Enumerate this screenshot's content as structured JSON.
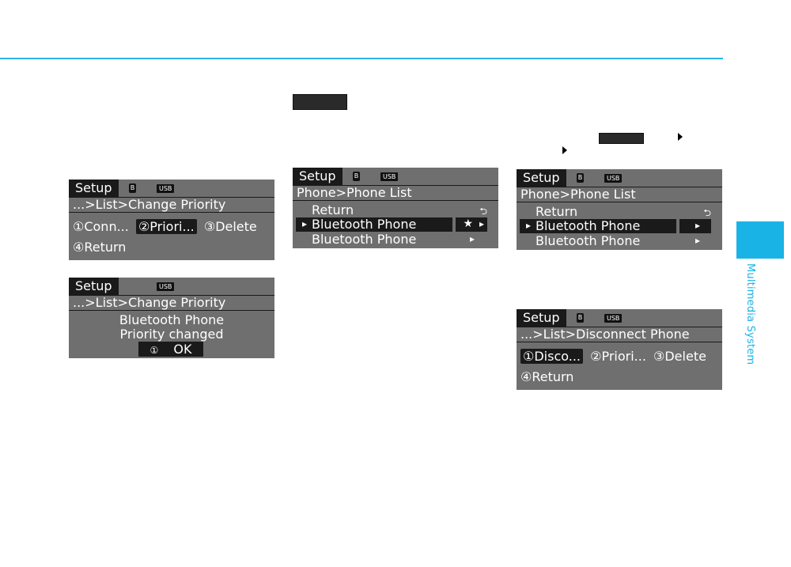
{
  "side_tab": {
    "label": "Multimedia System",
    "color": "#1ab3e6"
  },
  "screens": {
    "priority_menu": {
      "tab": "Setup",
      "usb": "USB",
      "bt": "B",
      "breadcrumb": "...>List>Change Priority",
      "opt1": "①Conn...",
      "opt2": "②Priori...",
      "opt3": "③Delete",
      "opt4": "④Return"
    },
    "priority_changed": {
      "tab": "Setup",
      "usb": "USB",
      "breadcrumb": "...>List>Change Priority",
      "line1": "Bluetooth Phone",
      "line2": "Priority changed",
      "ok_num": "①",
      "ok_label": "OK"
    },
    "phone_list_a": {
      "tab": "Setup",
      "usb": "USB",
      "bt": "B",
      "title": "Phone>Phone List",
      "items": [
        "Return",
        "Bluetooth Phone",
        "Bluetooth Phone"
      ],
      "return_icon": "⮌",
      "star": "★",
      "arrow": "▸"
    },
    "phone_list_b": {
      "tab": "Setup",
      "usb": "USB",
      "bt": "B",
      "title": "Phone>Phone List",
      "items": [
        "Return",
        "Bluetooth Phone",
        "Bluetooth Phone"
      ],
      "return_icon": "⮌",
      "arrow": "▸"
    },
    "disconnect_menu": {
      "tab": "Setup",
      "usb": "USB",
      "bt": "B",
      "breadcrumb": "...>List>Disconnect Phone",
      "opt1": "①Disco...",
      "opt2": "②Priori...",
      "opt3": "③Delete",
      "opt4": "④Return"
    }
  }
}
